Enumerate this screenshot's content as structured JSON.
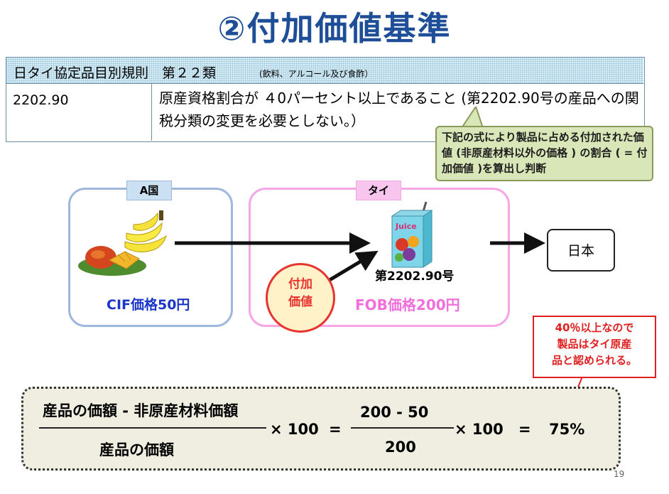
{
  "title": "②付加価値基準",
  "rule_table": {
    "header_main": "日タイ協定品目別規則　第２２類",
    "header_note": "(飲料、アルコール及び食酢）",
    "code": "2202.90",
    "text": "原産資格割合が ４0パーセント以上であること (第2202.90号の産品への関税分類の変更を必要としない。）"
  },
  "callout": "下記の式により製品に占める付加された価値 (非原産材料以外の価格 ) の割合 ( = 付加価値 )を算出し判断",
  "diagram": {
    "country_a_label": "A国",
    "country_a_price": "CIF価格50円",
    "thai_label": "タイ",
    "juice_label": "Juice",
    "hs_code": "第2202.90号",
    "value_added": [
      "付加",
      "価値"
    ],
    "fob_price": "FOB価格200円",
    "destination": "日本"
  },
  "conclusion": [
    "40％以上なので",
    "製品はタイ原産",
    "品と認められる。"
  ],
  "formula": {
    "numerator_text": "産品の価額 - 非原産材料価額",
    "denominator_text": "産品の価額",
    "times1": "× 100",
    "equals1": "=",
    "numerator_value": "200 - 50",
    "denominator_value": "200",
    "times2": "× 100",
    "equals2": "=",
    "result": "75%"
  },
  "page_number": "19",
  "colors": {
    "title": "#1f4e99",
    "cif": "#1a35c8",
    "fob": "#f06fdd",
    "accent_red": "#e02020"
  },
  "icons": [
    "bananas-mango-icon",
    "juice-box-icon",
    "arrow-right-icon"
  ]
}
